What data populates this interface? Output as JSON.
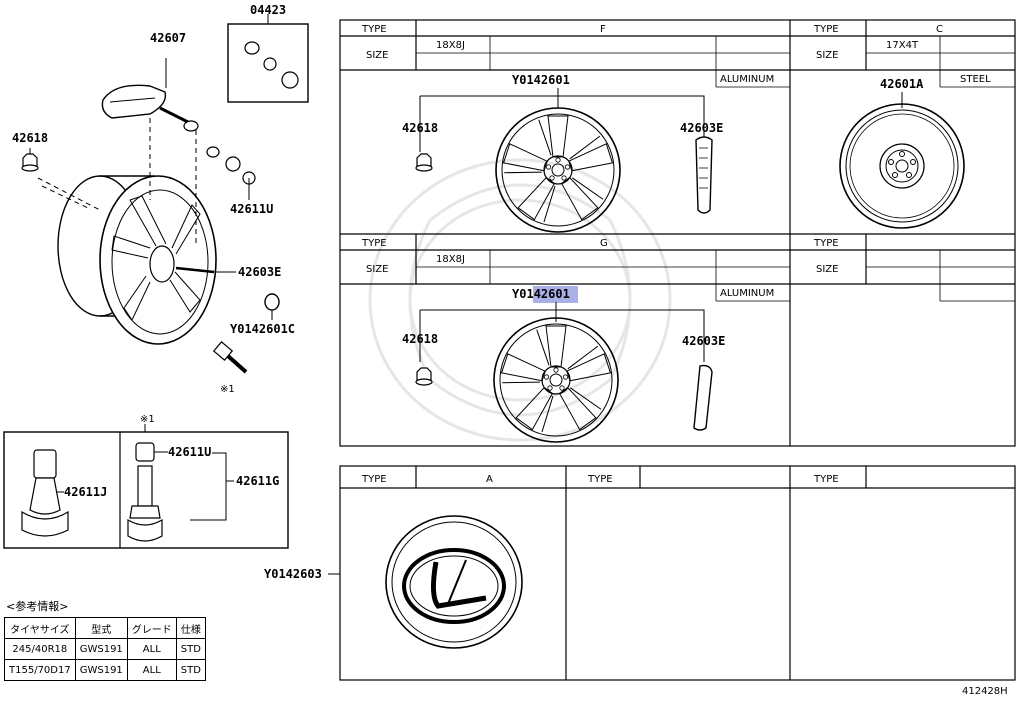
{
  "exploded_view": {
    "parts": {
      "p04423": "04423",
      "p42607": "42607",
      "p42618": "42618",
      "p42611U": "42611U",
      "p42603E": "42603E",
      "pY0142601C": "Y0142601C",
      "note_mark": "※1"
    }
  },
  "valve_box": {
    "title_mark": "※1",
    "p42611J": "42611J",
    "p42611U": "42611U",
    "p42611G": "42611G"
  },
  "reference": {
    "title": "<参考情報>",
    "headers": [
      "タイヤサイズ",
      "型式",
      "グレード",
      "仕様"
    ],
    "rows": [
      [
        "245/40R18",
        "GWS191",
        "ALL",
        "STD"
      ],
      [
        "T155/70D17",
        "GWS191",
        "ALL",
        "STD"
      ]
    ]
  },
  "wheel_table": {
    "type_label": "TYPE",
    "size_label": "SIZE",
    "F": {
      "type": "F",
      "size": "18X8J",
      "material": "ALUMINUM",
      "part": "Y0142601",
      "nut": "42618",
      "weight": "42603E"
    },
    "C": {
      "type": "C",
      "size": "17X4T",
      "material": "STEEL",
      "part": "42601A"
    },
    "G": {
      "type": "G",
      "size": "18X8J",
      "material": "ALUMINUM",
      "part_prefix": "Y01",
      "part_highlight": "42601",
      "nut": "42618",
      "weight": "42603E"
    }
  },
  "cap_table": {
    "type_label": "TYPE",
    "A": "A",
    "cap_part": "Y0142603"
  },
  "diagram_id": "412428H",
  "colors": {
    "highlight": "#aab0e6",
    "line": "#000000",
    "watermark": "#e6e6e6"
  }
}
